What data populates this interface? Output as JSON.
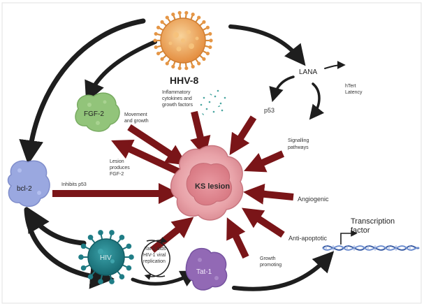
{
  "title": "HHV-8",
  "center_label": "KS lesion",
  "nodes": {
    "lana": "LANA",
    "htert": "hTert",
    "latency": "Latency",
    "p53": "p53",
    "fgf2": "FGF-2",
    "bcl2": "bcl-2",
    "hiv": "HIV",
    "tat1": "Tat-1"
  },
  "labels": {
    "inflam_1": "Inflammatory",
    "inflam_2": "cytokines and",
    "inflam_3": "growth factors",
    "movement_1": "Movement",
    "movement_2": "and growth",
    "lesion_1": "Lesion",
    "lesion_2": "produces",
    "lesion_3": "FGF-2",
    "inhibits": "Inhibits p53",
    "signalling_1": "Signalling",
    "signalling_2": "pathways",
    "angiogenic": "Angiogenic",
    "antiapoptotic": "Anti-apoptotic",
    "growth_1": "Growth",
    "growth_2": "promoting",
    "tat_aids_1": "Tat-1 aids",
    "tat_aids_2": "HIV-1 viral",
    "tat_aids_3": "replication",
    "transcription_1": "Transcription",
    "transcription_2": "factor"
  },
  "colors": {
    "arrow_dark": "#1e1e1e",
    "arrow_red": "#7a1518",
    "virus_orange": "#e79a4b",
    "hiv_teal": "#1f7d86",
    "fgf_green": "#92c47a",
    "bcl_blue": "#9aa8e0",
    "tat_purple": "#9269b5",
    "ks_pink": "#e8a2a8",
    "dna_blue": "#3d5fa6"
  },
  "icons": {
    "hhv8": "virus-icon",
    "hiv": "virus-icon",
    "fgf2": "protein-blob-icon",
    "bcl2": "protein-blob-icon",
    "tat1": "protein-blob-icon",
    "ks": "cell-icon",
    "dna": "dna-helix-icon"
  }
}
